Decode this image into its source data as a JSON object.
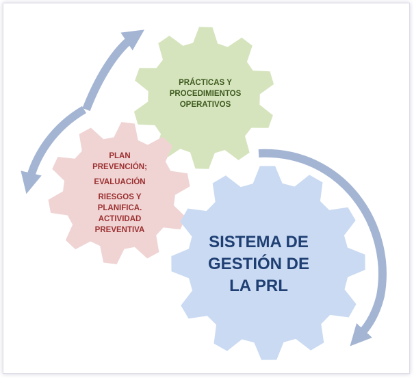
{
  "diagram": {
    "gear_main": {
      "lines": [
        "SISTEMA DE",
        "GESTIÓN DE",
        "LA PRL"
      ],
      "fill": "#c9daf2",
      "text_color": "#1f3f73"
    },
    "gear_practices": {
      "lines": [
        "PRÁCTICAS  Y",
        "PROCEDIMIENTOS",
        "OPERATIVOS"
      ],
      "fill": "#d5e4bd",
      "text_color": "#3e5a1e"
    },
    "gear_plan": {
      "lines": [
        "PLAN",
        "PREVENCIÓN;",
        "EVALUACIÓN",
        "RIESGOS Y",
        "PLANIFICA.",
        "ACTIVIDAD",
        "PREVENTIVA"
      ],
      "fill": "#f0d4d4",
      "text_color": "#9b2f2f"
    },
    "arrow_color": "#a4b5d3"
  }
}
